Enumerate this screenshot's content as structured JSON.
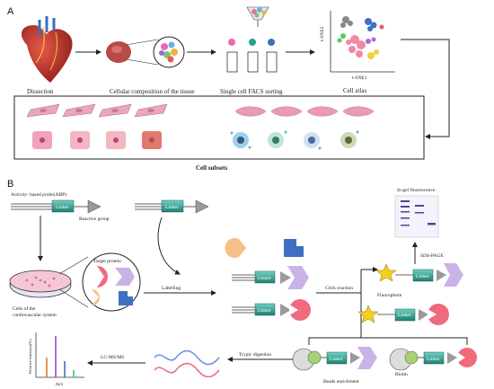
{
  "panel_a": {
    "letter": "A",
    "step_dissection": "Dissection",
    "step_composition": "Cellular composition of the tissue",
    "step_facs": "Single cell FACS sorting",
    "step_atlas": "Cell atlas",
    "tsne_y": "t-SNE2",
    "tsne_x": "t-SNE1",
    "subsets_label": "Cell subsets"
  },
  "panel_b": {
    "letter": "B",
    "abp_label": "Activity- based probe(ABP)",
    "reactive_group": "Reactive group",
    "linker": "Linker",
    "cells_label_1": "Cells of the",
    "cells_label_2": "cardiovascular system",
    "target_protein": "Target protein",
    "labelling": "Labelling",
    "click_reaction": "Click reaction",
    "in_gel": "In-gel fluorescence",
    "sds_page": "SDS-PAGE",
    "fluorophore": "Fluorophore",
    "biotin": "Biotin",
    "beads": "Beads enrichment",
    "tryptic": "Trypic digestion",
    "lcms": "LC-MS/MS",
    "ms_ylabel": "Relative Intensity(%)",
    "ms_xlabel": "m/z"
  },
  "colors": {
    "linker_fill": "#2a9d8f",
    "pink": "#f08a9a",
    "violet": "#c9b3e6",
    "blue": "#3f6fc0",
    "peach": "#f6c08a",
    "star": "#f5d020"
  }
}
